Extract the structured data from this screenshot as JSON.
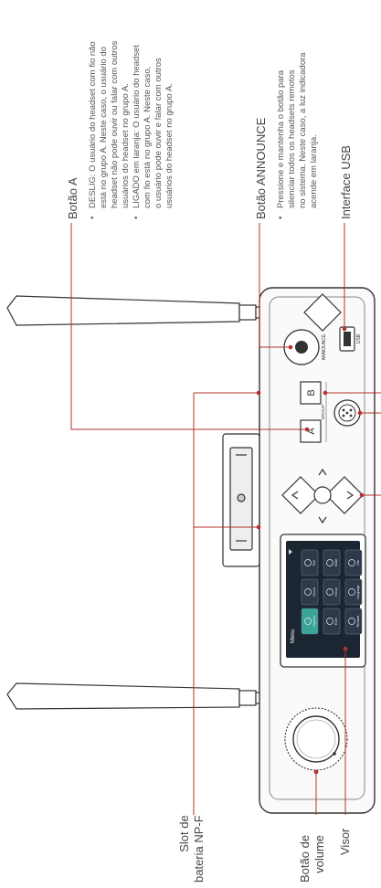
{
  "labels": {
    "botao_a": "Botão A",
    "botao_announce": "Botão ANNOUNCE",
    "interface_usb": "Interface USB",
    "slot_line1": "Slot de",
    "slot_line2": "bateria NP-F",
    "volume_line1": "Botão de",
    "volume_line2": "volume",
    "visor": "Visor"
  },
  "descriptions": {
    "botao_a_lines": [
      "DESLIG: O usuário do headset com fio não",
      "está no grupo A. Neste caso, o usuário do",
      "headset não pode ouvir ou falar com outros",
      "usuários do headset no grupo A.",
      "LIGADO em laranja: O usuário do headset",
      "com fio está no grupo A. Neste caso,",
      "o usuário pode ouvir e falar com outros",
      "usuários do headset no grupo A."
    ],
    "announce_lines": [
      "Pressione e mantenha o botão para",
      "silenciar todos os headsets remotos",
      "no sistema. Neste caso, a luz indicadora",
      "acende em laranja."
    ]
  },
  "device": {
    "screen": {
      "menu_title": "Menu",
      "tiles": [
        "System",
        "Enter",
        "Rename",
        "Sound",
        "Group",
        "Language",
        "Pair",
        "Mode",
        "Info"
      ]
    },
    "buttons": {
      "a": "A",
      "b": "B",
      "group": "GROUP",
      "announce": "ANNOUNCE",
      "usb": "USB"
    }
  },
  "colors": {
    "leader": "#b5312b",
    "outline": "#333333"
  }
}
